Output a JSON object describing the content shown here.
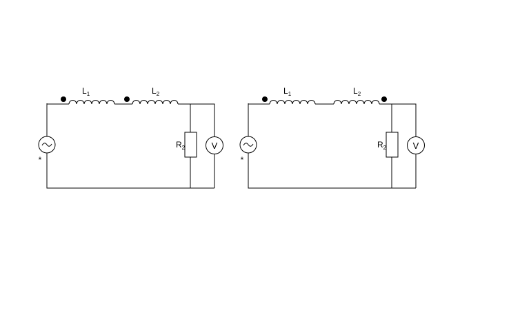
{
  "colors": {
    "background": "#ffffff",
    "line": "#000000"
  },
  "circuits": [
    {
      "name": "left-circuit",
      "inductor_1": {
        "letter": "L",
        "subscript": "1"
      },
      "inductor_2": {
        "letter": "L",
        "subscript": "2"
      },
      "resistor": {
        "letter": "R",
        "subscript": "2"
      },
      "voltmeter": {
        "label": "V"
      },
      "source_mark": "*",
      "source_icon": "ac-wave-icon"
    },
    {
      "name": "right-circuit",
      "inductor_1": {
        "letter": "L",
        "subscript": "1"
      },
      "inductor_2": {
        "letter": "L",
        "subscript": "2"
      },
      "resistor": {
        "letter": "R",
        "subscript": "2"
      },
      "voltmeter": {
        "label": "V"
      },
      "source_mark": "*",
      "source_icon": "ac-wave-icon"
    }
  ]
}
